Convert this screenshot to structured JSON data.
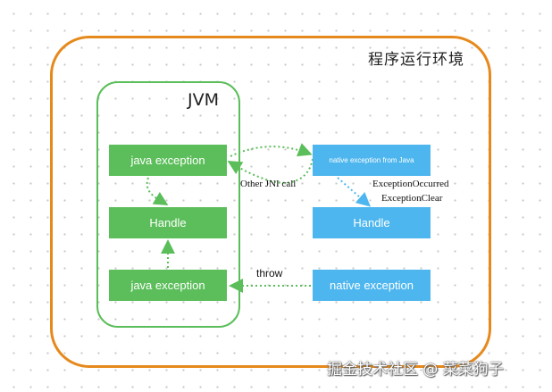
{
  "environment": {
    "title": "程序运行环境"
  },
  "jvm": {
    "title": "JVM",
    "nodes": [
      {
        "label": "java exception"
      },
      {
        "label": "Handle"
      },
      {
        "label": "java exception"
      }
    ]
  },
  "native": {
    "nodes": [
      {
        "label": "native exception from Java"
      },
      {
        "label": "Handle"
      },
      {
        "label": "native exception"
      }
    ]
  },
  "edges": {
    "jni_label": "Other JNI call",
    "occurred_label": "ExceptionOccurred",
    "clear_label": "ExceptionClear",
    "throw_label": "throw"
  },
  "watermark": "掘金技术社区 @ 菜菜狗子",
  "colors": {
    "container_border": "#e6891c",
    "jvm_border": "#5bbe5a",
    "jvm_node": "#5bbe5a",
    "native_node": "#4db6ee"
  }
}
